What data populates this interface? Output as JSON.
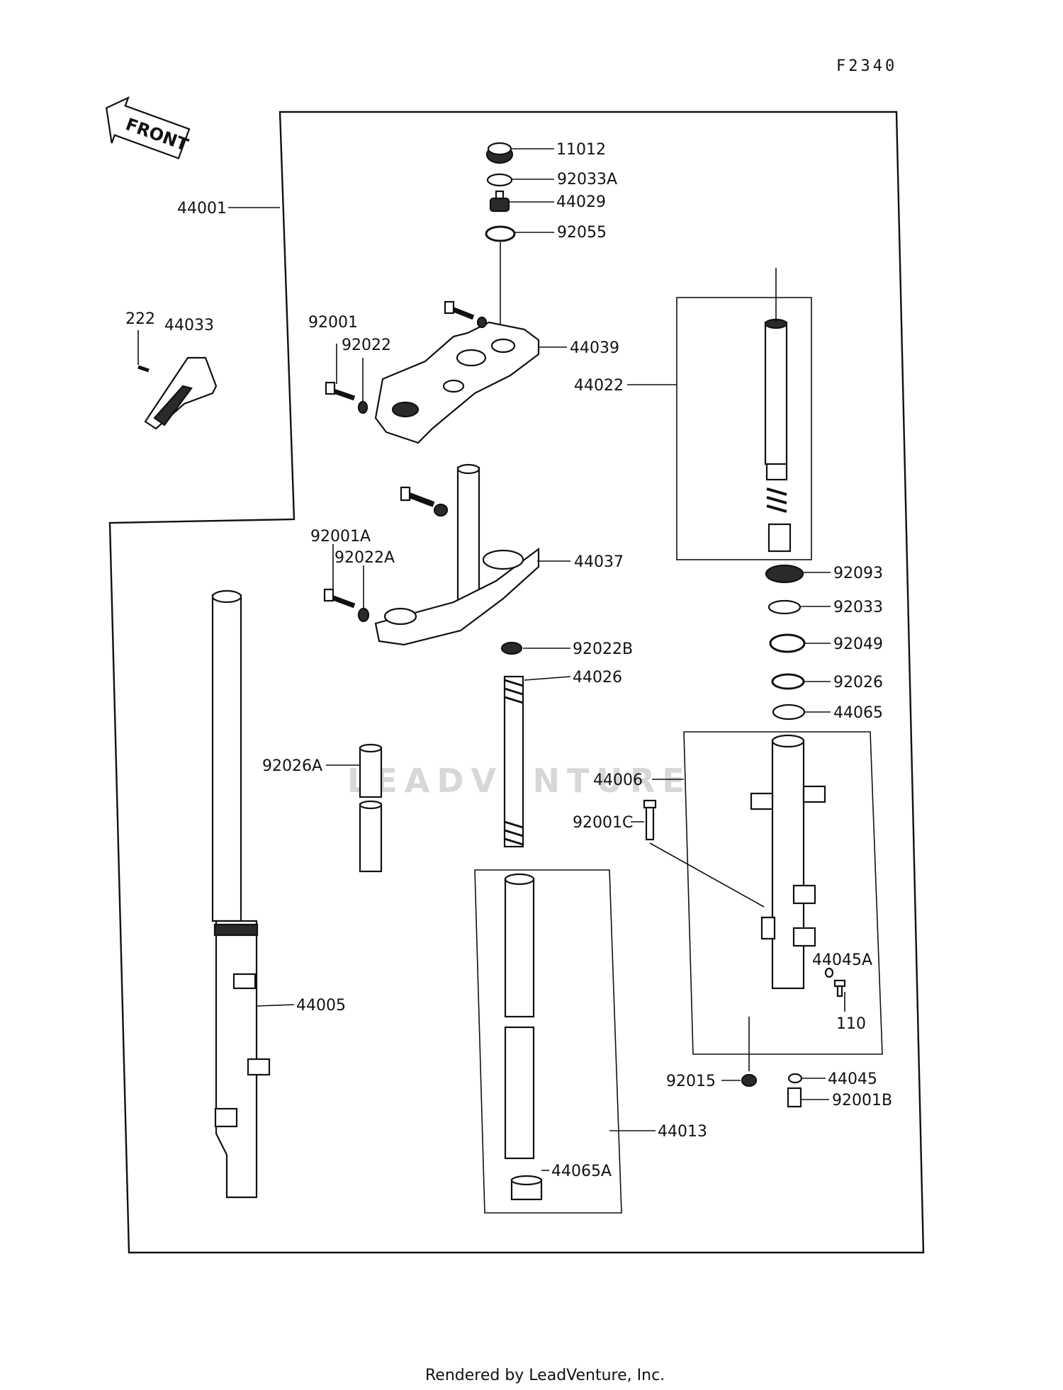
{
  "figure_code": "F2340",
  "front_arrow_label": "FRONT",
  "watermark": "LEADVENTURE",
  "footer": "Rendered by LeadVenture, Inc.",
  "parts": {
    "p11012": "11012",
    "p92033A": "92033A",
    "p44029": "44029",
    "p92055": "92055",
    "p44001": "44001",
    "p222": "222",
    "p44033": "44033",
    "p92001": "92001",
    "p92022": "92022",
    "p44039": "44039",
    "p44022": "44022",
    "p92001A": "92001A",
    "p92022A": "92022A",
    "p44037": "44037",
    "p92093": "92093",
    "p92033": "92033",
    "p92022B": "92022B",
    "p92049": "92049",
    "p44026": "44026",
    "p92026": "92026",
    "p44065": "44065",
    "p92026A": "92026A",
    "p44006": "44006",
    "p92001C": "92001C",
    "p44005": "44005",
    "p44045A": "44045A",
    "p110": "110",
    "p92015": "92015",
    "p44045": "44045",
    "p92001B": "92001B",
    "p44013": "44013",
    "p44065A": "44065A"
  }
}
